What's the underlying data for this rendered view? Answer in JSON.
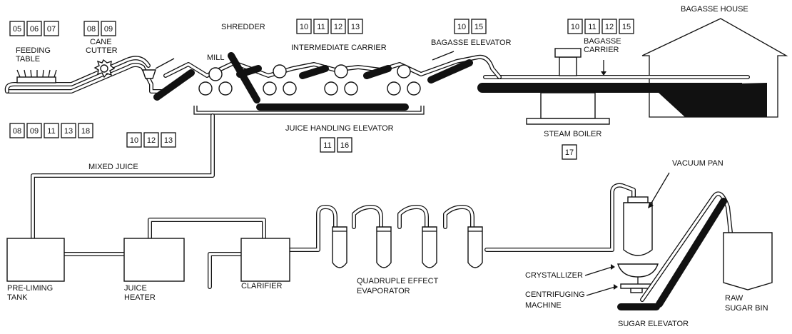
{
  "labels": {
    "feeding_table_1": "FEEDING",
    "feeding_table_2": "TABLE",
    "cane_cutter_1": "CANE",
    "cane_cutter_2": "CUTTER",
    "shredder": "SHREDDER",
    "mill": "MILL",
    "intermediate_carrier": "INTERMEDIATE CARRIER",
    "bagasse_elevator": "BAGASSE ELEVATOR",
    "bagasse_carrier_1": "BAGASSE",
    "bagasse_carrier_2": "CARRIER",
    "bagasse_house": "BAGASSE HOUSE",
    "juice_handling_elevator": "JUICE HANDLING ELEVATOR",
    "steam_boiler": "STEAM BOILER",
    "mixed_juice": "MIXED JUICE",
    "vacuum_pan": "VACUUM PAN",
    "pre_liming_tank_1": "PRE-LIMING",
    "pre_liming_tank_2": "TANK",
    "juice_heater_1": "JUICE",
    "juice_heater_2": "HEATER",
    "clarifier": "CLARIFIER",
    "evaporator_1": "QUADRUPLE EFFECT",
    "evaporator_2": "EVAPORATOR",
    "crystallizer": "CRYSTALLIZER",
    "centrifuging_machine_1": "CENTRIFUGING",
    "centrifuging_machine_2": "MACHINE",
    "raw_sugar_bin_1": "RAW",
    "raw_sugar_bin_2": "SUGAR BIN",
    "sugar_elevator": "SUGAR ELEVATOR"
  },
  "number_groups": {
    "feeding": [
      "05",
      "06",
      "07"
    ],
    "cane_cutter": [
      "08",
      "09"
    ],
    "intermediate_carrier": [
      "10",
      "11",
      "12",
      "13"
    ],
    "bagasse_elevator": [
      "10",
      "15"
    ],
    "bagasse_carrier": [
      "10",
      "11",
      "12",
      "15"
    ],
    "left_group": [
      "08",
      "09",
      "11",
      "13",
      "18"
    ],
    "mill_group": [
      "10",
      "12",
      "13"
    ],
    "juice_handling": [
      "11",
      "16"
    ],
    "steam_boiler": [
      "17"
    ]
  },
  "colors": {
    "ink": "#111111",
    "background": "#ffffff"
  }
}
